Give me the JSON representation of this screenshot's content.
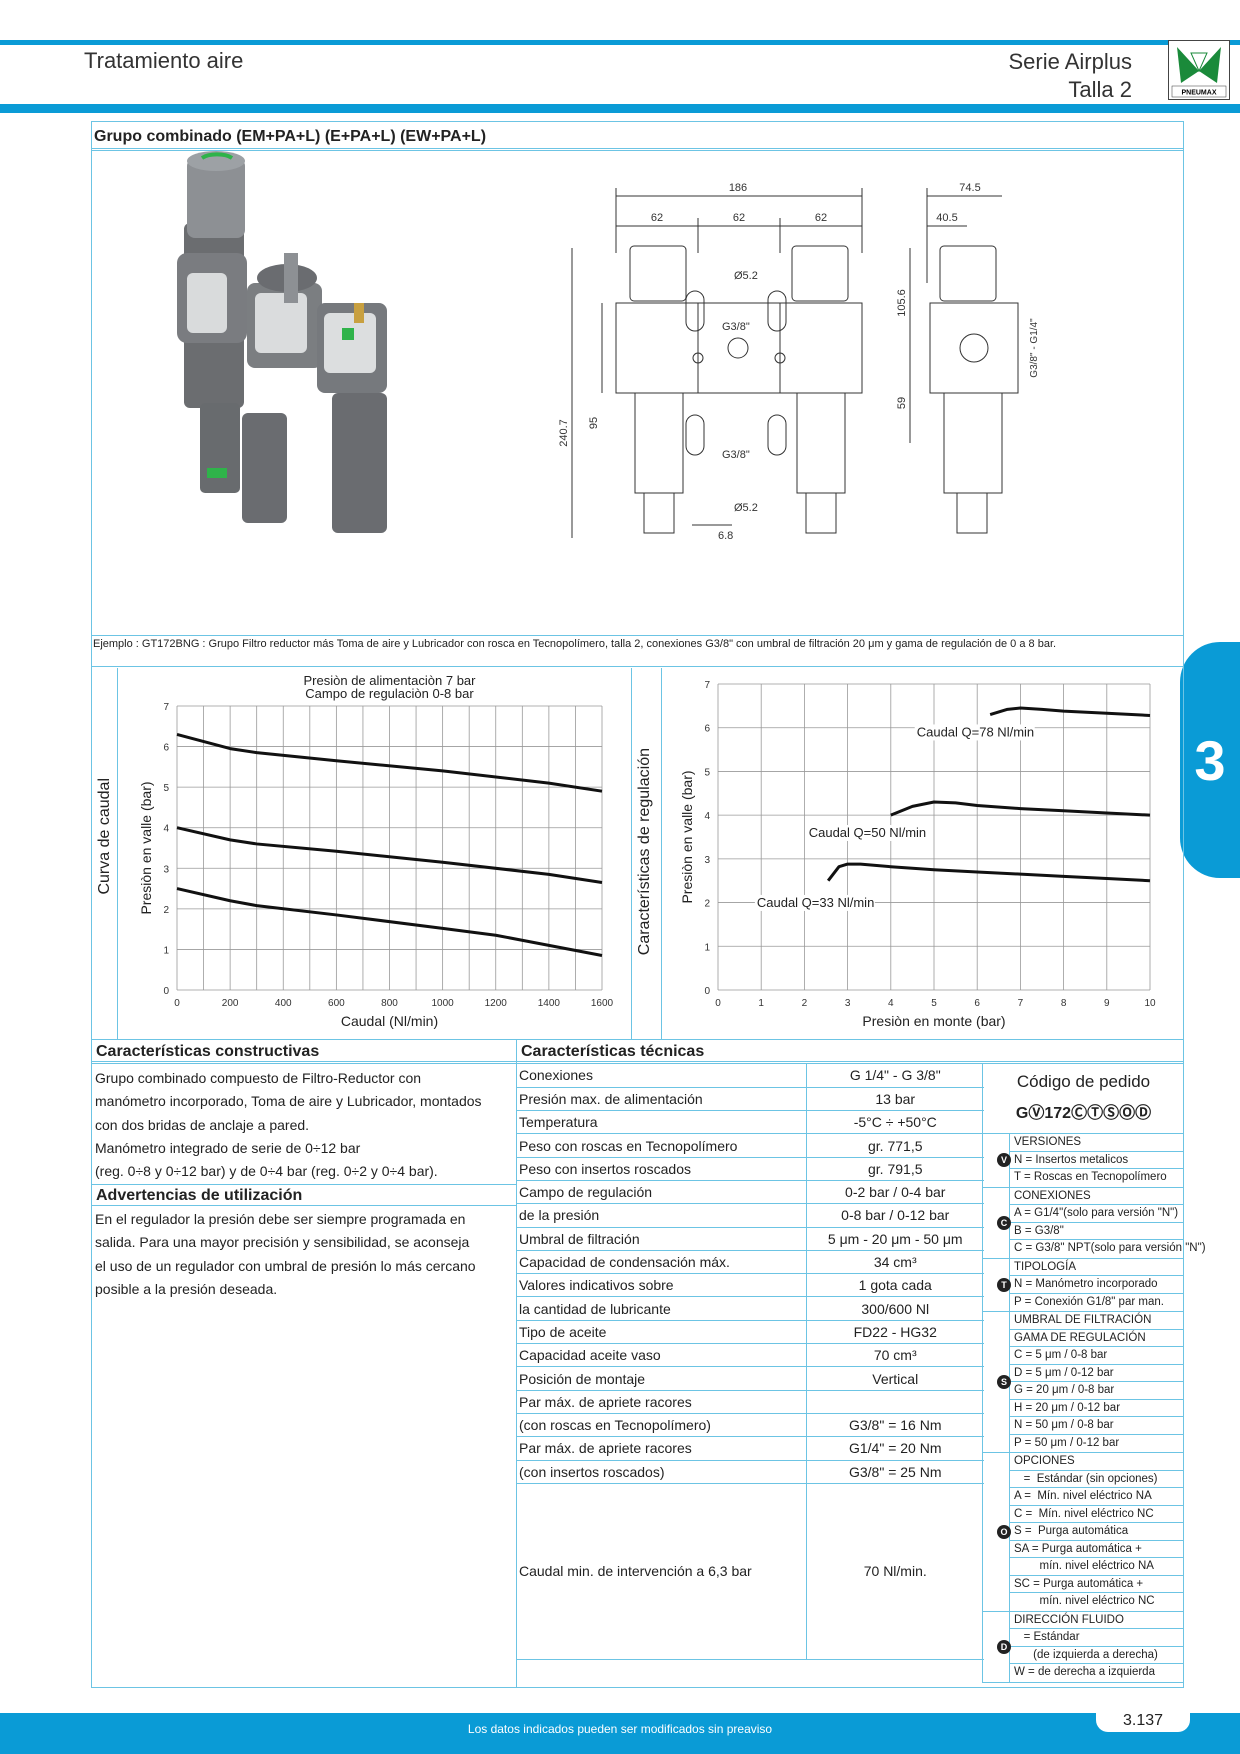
{
  "header": {
    "title": "Tratamiento aire",
    "series": "Serie Airplus",
    "size": "Talla 2",
    "logo_text": "PNEUMAX"
  },
  "side_tab": "3",
  "section": {
    "title": "Grupo combinado (EM+PA+L) (E+PA+L) (EW+PA+L)"
  },
  "drawing": {
    "dims_front": [
      "186",
      "62",
      "62",
      "62",
      "Ø5.2",
      "G3/8\"",
      "95",
      "240.7",
      "G3/8\"",
      "Ø5.2",
      "6.8"
    ],
    "dims_side": [
      "74.5",
      "40.5",
      "105.6",
      "59",
      "G3/8\" - G1/4\""
    ]
  },
  "example": "Ejemplo : GT172BNG : Grupo Filtro reductor más Toma de aire y Lubricador con rosca en Tecnopolímero, talla 2, conexiones G3/8\" con umbral de filtración 20 μm y gama de regulación de 0 a 8 bar.",
  "chart_data": [
    {
      "type": "line",
      "section_label": "Curva de caudal",
      "title": "Presiòn de alimentaciòn 7 bar",
      "subtitle": "Campo de regulaciòn 0-8 bar",
      "xlabel": "Caudal (Nl/min)",
      "ylabel": "Presiòn en valle (bar)",
      "xlim": [
        0,
        1600
      ],
      "ylim": [
        0,
        7
      ],
      "xticks": [
        0,
        200,
        400,
        600,
        800,
        1000,
        1200,
        1400,
        1600
      ],
      "yticks": [
        0,
        1,
        2,
        3,
        4,
        5,
        6,
        7
      ],
      "grid": true,
      "series": [
        {
          "x": [
            0,
            200,
            300,
            600,
            1000,
            1400,
            1600
          ],
          "values": [
            6.3,
            5.95,
            5.85,
            5.65,
            5.4,
            5.1,
            4.9
          ]
        },
        {
          "x": [
            0,
            200,
            300,
            600,
            1000,
            1400,
            1600
          ],
          "values": [
            4.0,
            3.7,
            3.6,
            3.42,
            3.15,
            2.85,
            2.65
          ]
        },
        {
          "x": [
            0,
            200,
            300,
            600,
            1000,
            1200,
            1400,
            1600
          ],
          "values": [
            2.5,
            2.2,
            2.08,
            1.85,
            1.52,
            1.35,
            1.1,
            0.85
          ]
        }
      ]
    },
    {
      "type": "line",
      "section_label": "Características de regulación",
      "xlabel": "Presiòn en monte (bar)",
      "ylabel": "Presiòn en valle (bar)",
      "xlim": [
        0,
        10
      ],
      "ylim": [
        0,
        7
      ],
      "xticks": [
        0,
        1,
        2,
        3,
        4,
        5,
        6,
        7,
        8,
        9,
        10
      ],
      "yticks": [
        0,
        1,
        2,
        3,
        4,
        5,
        6,
        7
      ],
      "grid": true,
      "series": [
        {
          "name": "Caudal Q=78 Nl/min",
          "x": [
            6.3,
            6.7,
            7.0,
            7.5,
            8,
            9,
            10
          ],
          "values": [
            6.3,
            6.42,
            6.45,
            6.42,
            6.38,
            6.33,
            6.28
          ]
        },
        {
          "name": "Caudal Q=50 Nl/min",
          "x": [
            4.0,
            4.5,
            5.0,
            5.5,
            6,
            7,
            8,
            9,
            10
          ],
          "values": [
            4.0,
            4.2,
            4.3,
            4.28,
            4.22,
            4.15,
            4.1,
            4.05,
            4.0
          ]
        },
        {
          "name": "Caudal Q=33 Nl/min",
          "x": [
            2.55,
            2.8,
            3.0,
            3.3,
            4,
            5,
            6,
            7,
            8,
            9,
            10
          ],
          "values": [
            2.5,
            2.82,
            2.88,
            2.88,
            2.82,
            2.75,
            2.7,
            2.65,
            2.6,
            2.55,
            2.5
          ]
        }
      ]
    }
  ],
  "constructive": {
    "title": "Características constructivas",
    "lines": [
      "Grupo combinado compuesto de Filtro-Reductor con",
      "manómetro incorporado, Toma de aire y Lubricador, montados",
      "con dos bridas de anclaje a pared.",
      "Manómetro integrado de serie de 0÷12 bar",
      "(reg. 0÷8 y 0÷12 bar) y de 0÷4 bar (reg. 0÷2 y 0÷4 bar)."
    ]
  },
  "warnings": {
    "title": "Advertencias de utilización",
    "lines": [
      "En el regulador la presión debe ser siempre programada en",
      "salida. Para una mayor precisión y sensibilidad, se aconseja",
      "el uso de un regulador con umbral de presión lo más cercano",
      "posible a la presión deseada."
    ]
  },
  "technical": {
    "title": "Características técnicas",
    "rows": [
      [
        "Conexiones",
        "G 1/4\" - G 3/8\""
      ],
      [
        "Presión max. de alimentación",
        "13 bar"
      ],
      [
        "Temperatura",
        "-5°C ÷ +50°C"
      ],
      [
        "Peso con roscas en Tecnopolímero",
        "gr. 771,5"
      ],
      [
        "Peso con insertos roscados",
        "gr. 791,5"
      ],
      [
        "Campo de regulación",
        "0-2 bar / 0-4 bar"
      ],
      [
        "de la presión",
        "0-8 bar / 0-12 bar"
      ],
      [
        "Umbral de filtración",
        "5 μm - 20 μm - 50 μm"
      ],
      [
        "Capacidad de condensación máx.",
        "34 cm³"
      ],
      [
        "Valores indicativos sobre",
        "1 gota cada"
      ],
      [
        "la cantidad de lubricante",
        "300/600 Nl"
      ],
      [
        "Tipo de aceite",
        "FD22 - HG32"
      ],
      [
        "Capacidad aceite vaso",
        "70 cm³"
      ],
      [
        "Posición de montaje",
        "Vertical"
      ],
      [
        "Par máx. de apriete racores",
        ""
      ],
      [
        "(con roscas en Tecnopolímero)",
        "G3/8\" = 16 Nm"
      ],
      [
        "Par máx. de apriete racores",
        "G1/4\" = 20 Nm"
      ],
      [
        "(con insertos roscados)",
        "G3/8\" = 25 Nm"
      ],
      [
        "Caudal min. de intervención a 6,3 bar",
        "70 Nl/min."
      ]
    ]
  },
  "order": {
    "title": "Código de pedido",
    "code": "GⓋ172ⒸⓉⓈⓄⒹ",
    "groups": [
      {
        "badge": "V",
        "items": [
          "VERSIONES",
          "N = Insertos metalicos",
          "T = Roscas en Tecnopolímero"
        ]
      },
      {
        "badge": "C",
        "items": [
          "CONEXIONES",
          "A = G1/4\"(solo para versión \"N\")",
          "B = G3/8\"",
          "C = G3/8\" NPT(solo para versión \"N\")"
        ]
      },
      {
        "badge": "T",
        "items": [
          "TIPOLOGÍA",
          "N = Manómetro incorporado",
          "P = Conexión G1/8\" par man."
        ]
      },
      {
        "badge": "S",
        "items": [
          "UMBRAL DE FILTRACIÓN",
          "GAMA DE REGULACIÓN",
          "C = 5 μm / 0-8 bar",
          "D = 5 μm / 0-12 bar",
          "G = 20 μm / 0-8 bar",
          "H = 20 μm / 0-12 bar",
          "N = 50 μm / 0-8 bar",
          "P = 50 μm / 0-12 bar"
        ]
      },
      {
        "badge": "O",
        "items": [
          "OPCIONES",
          "   =  Estándar (sin opciones)",
          "A =  Mín. nivel eléctrico NA",
          "C =  Mín. nivel eléctrico NC",
          "S =  Purga automática",
          "SA = Purga automática +",
          "        mín. nivel eléctrico NA",
          "SC = Purga automática +",
          "        mín. nivel eléctrico NC"
        ]
      },
      {
        "badge": "D",
        "items": [
          "DIRECCIÓN FLUIDO",
          "   = Estándar",
          "      (de izquierda a derecha)",
          "W = de derecha a izquierda"
        ]
      }
    ]
  },
  "footer": {
    "note": "Los datos indicados pueden ser modificados sin preaviso",
    "page": "3.137"
  }
}
